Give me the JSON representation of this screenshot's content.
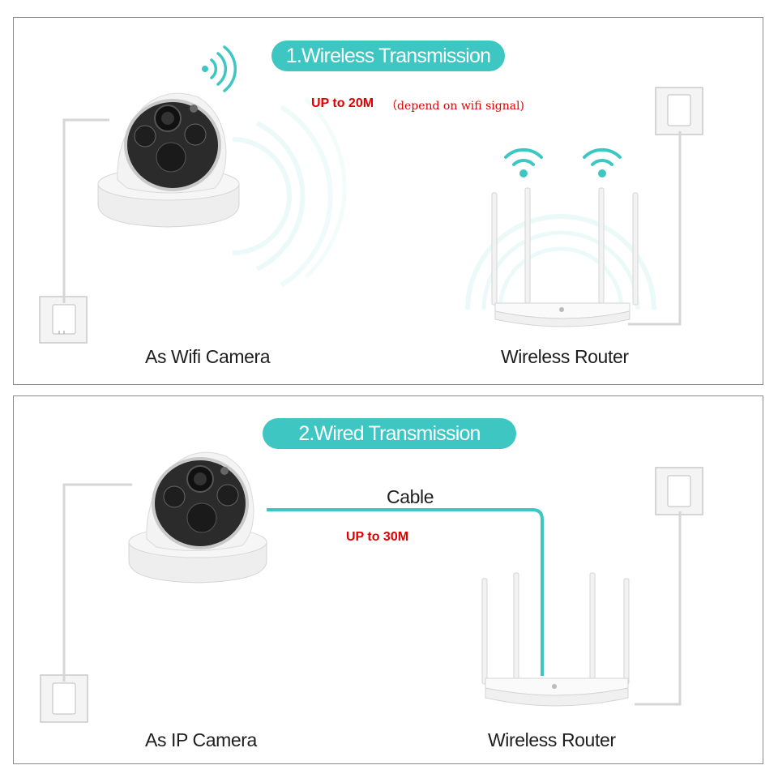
{
  "wireless": {
    "title": "1.Wireless Transmission",
    "range": "UP to 20M",
    "range_note": "（depend on wifi signal)",
    "camera_caption": "As Wifi Camera",
    "router_caption": "Wireless Router"
  },
  "wired": {
    "title": "2.Wired Transmission",
    "cable_label": "Cable",
    "range": "UP to 30M",
    "camera_caption": "As IP Camera",
    "router_caption": "Wireless Router"
  },
  "colors": {
    "accent": "#3ec6c2",
    "highlight_text": "#e00000",
    "border": "#8a8a8a"
  },
  "icons": [
    "wifi-signal-icon",
    "dome-camera-icon",
    "wireless-router-icon",
    "power-socket-icon"
  ]
}
